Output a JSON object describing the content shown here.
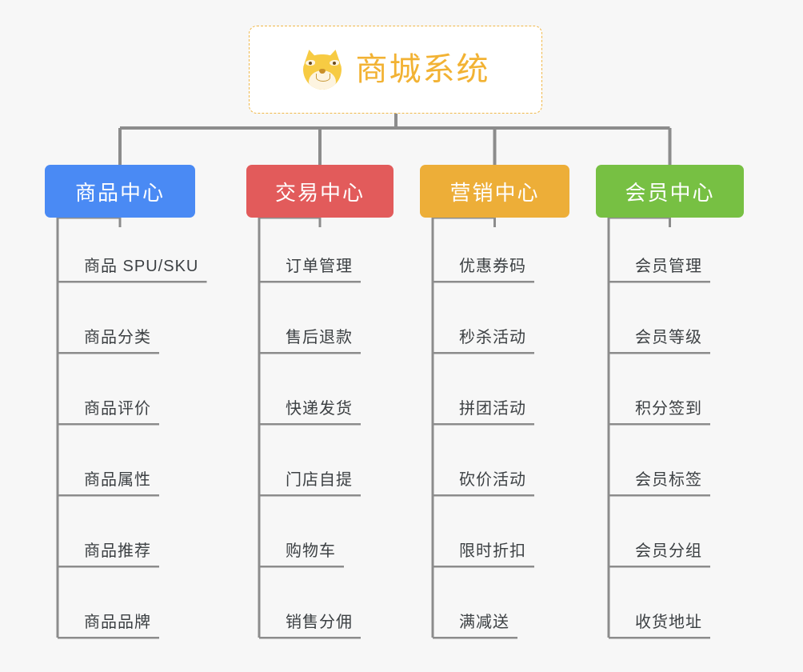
{
  "diagram": {
    "type": "organization-tree",
    "background_color": "#f7f7f7",
    "connector_color": "#8c8c8c",
    "root": {
      "title": "商城系统",
      "icon": "shiba-inu-dog-face-icon",
      "text_color": "#f2b233",
      "border_color": "#f0b849",
      "fill_color": "#ffffff"
    },
    "branches": [
      {
        "label": "商品中心",
        "color": "#4a8af4",
        "items": [
          "商品 SPU/SKU",
          "商品分类",
          "商品评价",
          "商品属性",
          "商品推荐",
          "商品品牌"
        ]
      },
      {
        "label": "交易中心",
        "color": "#e25b5b",
        "items": [
          "订单管理",
          "售后退款",
          "快递发货",
          "门店自提",
          "购物车",
          "销售分佣"
        ]
      },
      {
        "label": "营销中心",
        "color": "#edae38",
        "items": [
          "优惠券码",
          "秒杀活动",
          "拼团活动",
          "砍价活动",
          "限时折扣",
          "满减送"
        ]
      },
      {
        "label": "会员中心",
        "color": "#77c043",
        "items": [
          "会员管理",
          "会员等级",
          "积分签到",
          "会员标签",
          "会员分组",
          "收货地址"
        ]
      }
    ]
  }
}
